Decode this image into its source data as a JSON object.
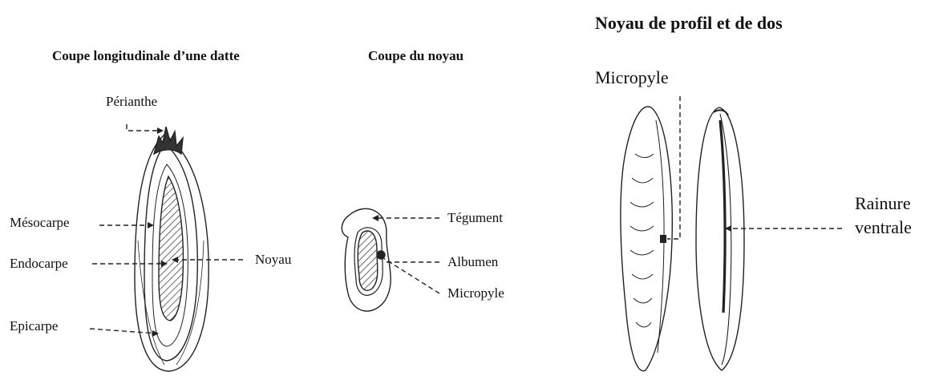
{
  "figures": {
    "date_section": {
      "title": "Coupe longitudinale d’une datte",
      "labels": {
        "perianth": "Périanthe",
        "mesocarp": "Mésocarpe",
        "endocarp": "Endocarpe",
        "epicarp": "Epicarpe",
        "seed": "Noyau"
      }
    },
    "seed_section": {
      "title": "Coupe du noyau",
      "labels": {
        "tegument": "Tégument",
        "albumen": "Albumen",
        "micropyle": "Micropyle"
      }
    },
    "seed_views": {
      "title": "Noyau de profil et de dos",
      "labels": {
        "micropyle": "Micropyle",
        "groove_line1": "Rainure",
        "groove_line2": "ventrale"
      }
    }
  }
}
